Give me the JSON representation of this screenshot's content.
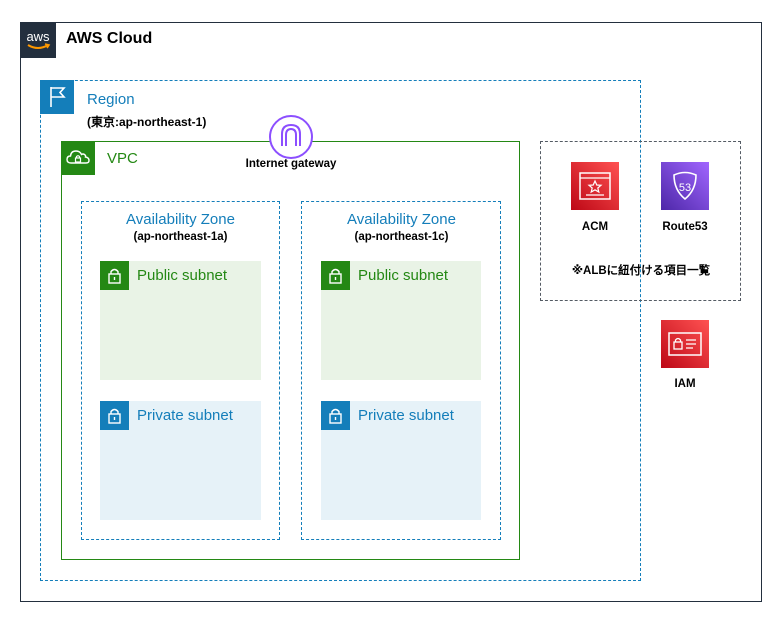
{
  "cloud": {
    "title": "AWS Cloud",
    "logo_text": "aws",
    "border_color": "#232f3e"
  },
  "region": {
    "title": "Region",
    "subtitle": "(東京:ap-northeast-1)",
    "color": "#147eba"
  },
  "vpc": {
    "title": "VPC",
    "color": "#248814"
  },
  "internet_gateway": {
    "label": "Internet gateway",
    "color": "#8c4fff"
  },
  "availability_zones": [
    {
      "title": "Availability Zone",
      "subtitle": "(ap-northeast-1a)",
      "public_subnet": "Public subnet",
      "private_subnet": "Private subnet"
    },
    {
      "title": "Availability Zone",
      "subtitle": "(ap-northeast-1c)",
      "public_subnet": "Public subnet",
      "private_subnet": "Private subnet"
    }
  ],
  "alb_services": {
    "note": "※ALBに紐付ける項目一覧",
    "acm": {
      "label": "ACM",
      "color": "#dd344c"
    },
    "route53": {
      "label": "Route53",
      "badge": "53",
      "color": "#8c4fff"
    }
  },
  "iam": {
    "label": "IAM",
    "color": "#dd344c"
  },
  "icons": {
    "cloud_badge": "aws-logo-icon",
    "region_badge": "flag-icon",
    "vpc_badge": "cloud-lock-icon",
    "subnet_badge": "padlock-icon",
    "igw": "internet-gateway-icon",
    "acm": "certificate-manager-icon",
    "route53": "route53-shield-icon",
    "iam": "id-card-icon"
  }
}
